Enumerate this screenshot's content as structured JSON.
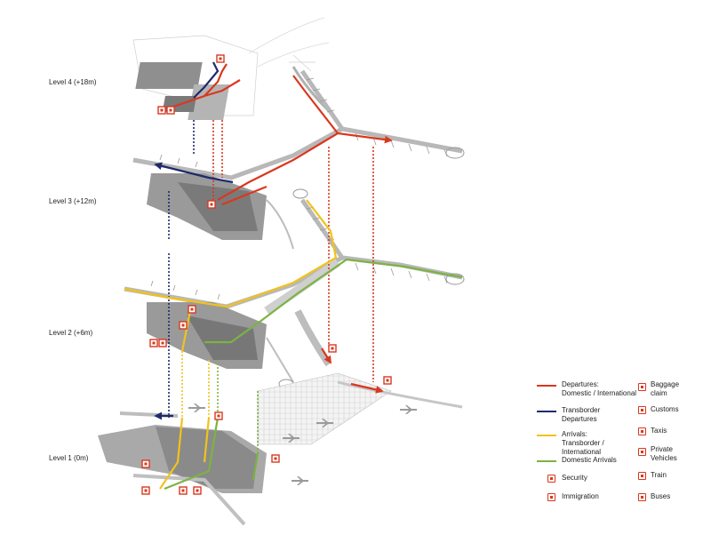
{
  "levels": [
    {
      "label": "Level 4 (+18m)"
    },
    {
      "label": "Level 3 (+12m)"
    },
    {
      "label": "Level 2 (+6m)"
    },
    {
      "label": "Level 1 (0m)"
    }
  ],
  "legend": {
    "departures": "Departures:\nDomestic / International",
    "transborder_departures": "Transborder\nDepartures",
    "arrivals": "Arrivals:\nTransborder  /\nInternational",
    "domestic_arrivals": "Domestic Arrivals",
    "security": "Security",
    "immigration": "Immigration",
    "baggage_claim": "Baggage\nclaim",
    "customs": "Customs",
    "taxis": "Taxis",
    "private_vehicles": "Private\nVehicles",
    "train": "Train",
    "buses": "Buses"
  },
  "colors": {
    "departures": "#d9381e",
    "transborder": "#1f2a6b",
    "arrivals": "#f2c21b",
    "domestic_arrivals": "#7cb342",
    "building": "#9a9a9a",
    "building_dark": "#5f5f5f",
    "outline": "#c8c8c8"
  }
}
